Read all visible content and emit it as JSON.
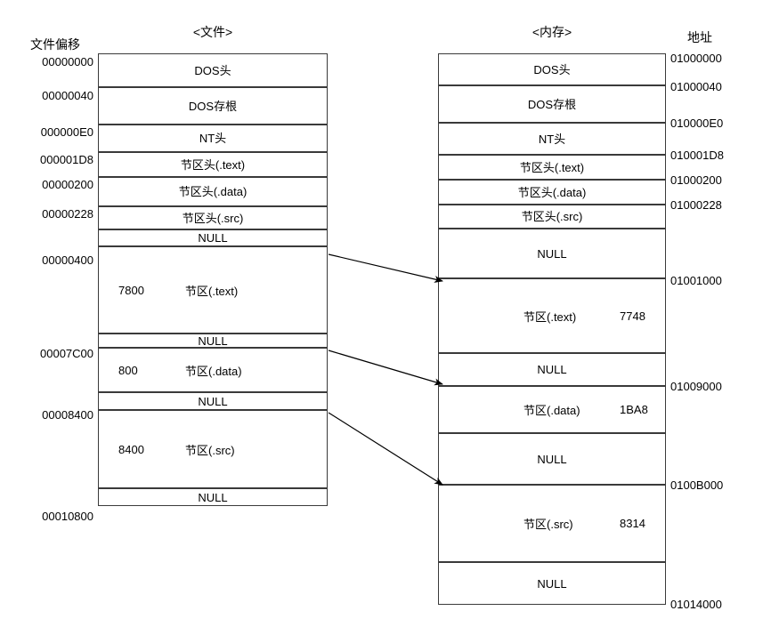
{
  "diagram": {
    "file_column": {
      "title": "<文件>",
      "axis_label": "文件偏移",
      "rows": [
        {
          "name": "DOS头",
          "size": ""
        },
        {
          "name": "DOS存根",
          "size": ""
        },
        {
          "name": "NT头",
          "size": ""
        },
        {
          "name": "节区头(.text)",
          "size": ""
        },
        {
          "name": "节区头(.data)",
          "size": ""
        },
        {
          "name": "节区头(.src)",
          "size": ""
        },
        {
          "name": "NULL",
          "size": ""
        },
        {
          "name": "节区(.text)",
          "size": "7800"
        },
        {
          "name": "NULL",
          "size": ""
        },
        {
          "name": "节区(.data)",
          "size": "800"
        },
        {
          "name": "NULL",
          "size": ""
        },
        {
          "name": "节区(.src)",
          "size": "8400"
        },
        {
          "name": "NULL",
          "size": ""
        }
      ],
      "offsets": [
        "00000000",
        "00000040",
        "000000E0",
        "000001D8",
        "00000200",
        "00000228",
        "00000400",
        "00007C00",
        "00008400",
        "00010800"
      ]
    },
    "memory_column": {
      "title": "<内存>",
      "axis_label": "地址",
      "rows": [
        {
          "name": "DOS头",
          "size": ""
        },
        {
          "name": "DOS存根",
          "size": ""
        },
        {
          "name": "NT头",
          "size": ""
        },
        {
          "name": "节区头(.text)",
          "size": ""
        },
        {
          "name": "节区头(.data)",
          "size": ""
        },
        {
          "name": "节区头(.src)",
          "size": ""
        },
        {
          "name": "NULL",
          "size": ""
        },
        {
          "name": "节区(.text)",
          "size": "7748"
        },
        {
          "name": "NULL",
          "size": ""
        },
        {
          "name": "节区(.data)",
          "size": "1BA8"
        },
        {
          "name": "NULL",
          "size": ""
        },
        {
          "name": "节区(.src)",
          "size": "8314"
        },
        {
          "name": "NULL",
          "size": ""
        }
      ],
      "addresses": [
        "01000000",
        "01000040",
        "010000E0",
        "010001D8",
        "01000200",
        "01000228",
        "01001000",
        "01009000",
        "0100B000",
        "01014000"
      ]
    },
    "mappings": [
      {
        "from": "00000400",
        "to": "01001000"
      },
      {
        "from": "00007C00",
        "to": "01009000"
      },
      {
        "from": "00008400",
        "to": "0100B000"
      }
    ],
    "colors": {
      "stroke": "#3a3a3a",
      "arrow": "#000000",
      "background": "#ffffff",
      "text": "#000000"
    }
  }
}
